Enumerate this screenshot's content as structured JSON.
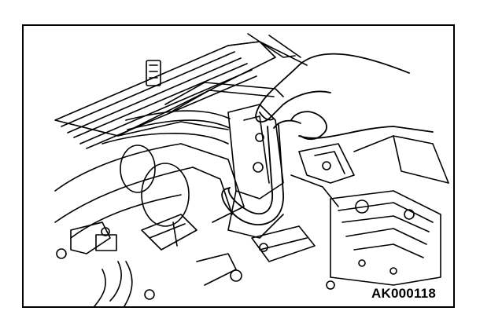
{
  "figure": {
    "code": "AK000118",
    "colors": {
      "ink": "#000000",
      "paper": "#ffffff"
    },
    "depicts": [
      "engine-intake",
      "hand",
      "vacuum-hose",
      "hose-connector",
      "wire-harness-connectors"
    ]
  }
}
